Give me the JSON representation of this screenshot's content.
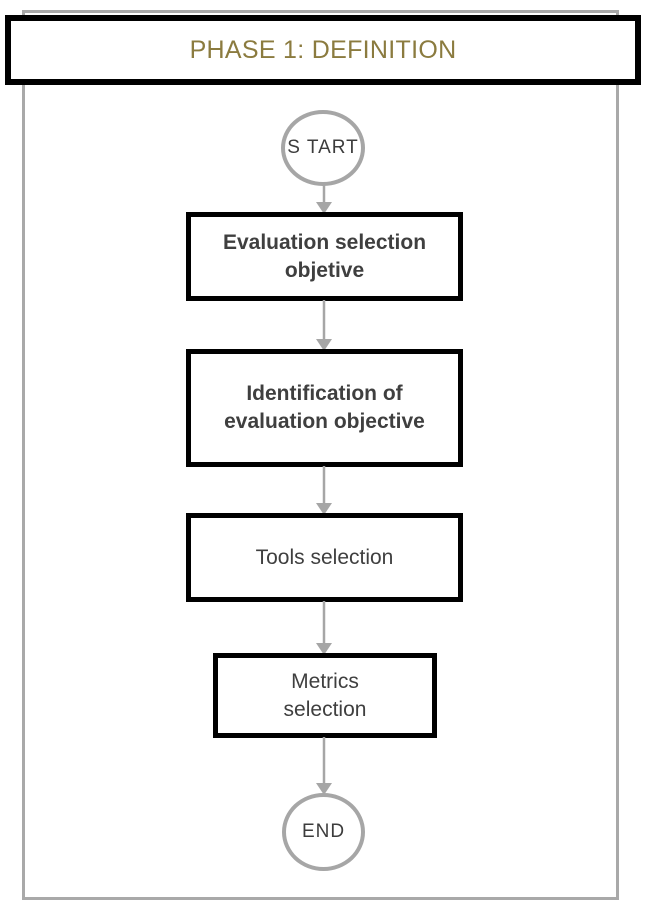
{
  "diagram": {
    "title": "PHASE 1: DEFINITION",
    "title_color": "#8b7b3f",
    "frame_color": "#a9a9a9",
    "box_border_color": "#000000",
    "terminator_border_color": "#a6a6a6",
    "arrow_color": "#a6a6a6",
    "text_color": "#3f3f3f",
    "nodes": [
      {
        "id": "start",
        "type": "terminator",
        "label": "S TART"
      },
      {
        "id": "eval-selection",
        "type": "process",
        "line1": "Evaluation selection",
        "line2": "objetive"
      },
      {
        "id": "identification",
        "type": "process",
        "line1": "Identification of",
        "line2": "evaluation objective"
      },
      {
        "id": "tools",
        "type": "process",
        "line1": "Tools selection",
        "line2": ""
      },
      {
        "id": "metrics",
        "type": "process",
        "line1": "Metrics",
        "line2": "selection"
      },
      {
        "id": "end",
        "type": "terminator",
        "label": "END"
      }
    ],
    "edges": [
      {
        "from": "start",
        "to": "eval-selection"
      },
      {
        "from": "eval-selection",
        "to": "identification"
      },
      {
        "from": "identification",
        "to": "tools"
      },
      {
        "from": "tools",
        "to": "metrics"
      },
      {
        "from": "metrics",
        "to": "end"
      }
    ]
  }
}
